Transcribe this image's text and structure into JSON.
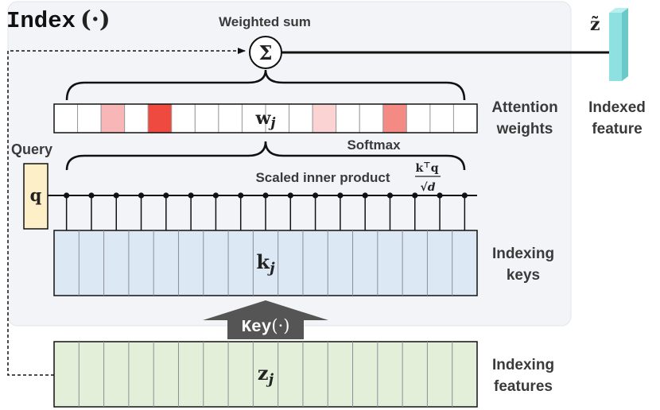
{
  "module_title": {
    "name": "Index",
    "arg": "(·)"
  },
  "weighted_sum_label": "Weighted sum",
  "sum_symbol": "Σ",
  "output": {
    "symbol": "z̃",
    "label_line1": "Indexed",
    "label_line2": "feature"
  },
  "attention": {
    "label_line1": "Attention",
    "label_line2": "weights",
    "cell_label_main": "w",
    "cell_label_sub": "j",
    "cell_colors": [
      "#ffffff",
      "#ffffff",
      "#f8b6b6",
      "#ffffff",
      "#ef4a40",
      "#ffffff",
      "#ffffff",
      "#ffffff",
      "#ffffff",
      "#ffffff",
      "#ffffff",
      "#fcd3d3",
      "#ffffff",
      "#ffffff",
      "#f48a84",
      "#ffffff",
      "#ffffff",
      "#ffffff"
    ]
  },
  "softmax_label": "Softmax",
  "query": {
    "label": "Query",
    "symbol": "q"
  },
  "scaled_product": {
    "label": "Scaled inner product",
    "numerator": "k",
    "numerator_sup": "⊤",
    "numerator_q": "q",
    "denominator": "√d"
  },
  "keys": {
    "label_line1": "Indexing",
    "label_line2": "keys",
    "cell_label_main": "k",
    "cell_label_sub": "j",
    "cells": 17
  },
  "key_function": {
    "name": "Key",
    "arg": "(·)"
  },
  "features": {
    "label_line1": "Indexing",
    "label_line2": "features",
    "cell_label_main": "z",
    "cell_label_sub": "j",
    "cells": 17
  },
  "colors": {
    "panel_bg": "#f3f4f8",
    "keys_fill": "#dde8f5",
    "features_fill": "#e3efd9",
    "query_fill": "#fdf0c8",
    "output_fill": "#8fe0e0",
    "key_box_fill": "#555555"
  }
}
